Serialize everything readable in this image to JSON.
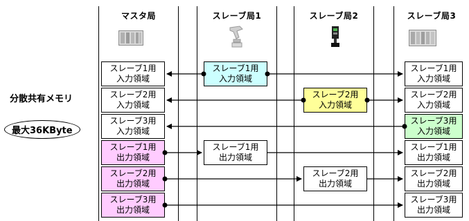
{
  "stations": [
    {
      "title": "マスタ局",
      "device": "plc-rack-icon"
    },
    {
      "title": "スレーブ局1",
      "device": "robot-arm-icon"
    },
    {
      "title": "スレーブ局2",
      "device": "sensor-device-icon"
    },
    {
      "title": "スレーブ局3",
      "device": "plc-rack-icon"
    }
  ],
  "labels": {
    "shared_memory": "分散共有メモリ",
    "max_size": "最大36KByte"
  },
  "master_areas": [
    {
      "line1": "スレーブ1用",
      "line2": "入力領域",
      "fill": "#ffffff"
    },
    {
      "line1": "スレーブ2用",
      "line2": "入力領域",
      "fill": "#ffffff"
    },
    {
      "line1": "スレーブ3用",
      "line2": "入力領域",
      "fill": "#ffffff"
    },
    {
      "line1": "スレーブ1用",
      "line2": "出力領域",
      "fill": "#ffccff"
    },
    {
      "line1": "スレーブ2用",
      "line2": "出力領域",
      "fill": "#ffccff"
    },
    {
      "line1": "スレーブ3用",
      "line2": "出力領域",
      "fill": "#ffccff"
    }
  ],
  "slave1_areas": [
    {
      "line1": "スレーブ1用",
      "line2": "入力領域",
      "fill": "#ccffff"
    },
    {
      "line1": "スレーブ1用",
      "line2": "出力領域",
      "fill": "#ffffff"
    }
  ],
  "slave2_areas": [
    {
      "line1": "スレーブ2用",
      "line2": "入力領域",
      "fill": "#ffff99"
    },
    {
      "line1": "スレーブ2用",
      "line2": "出力領域",
      "fill": "#ffffff"
    }
  ],
  "slave3_areas": [
    {
      "line1": "スレーブ1用",
      "line2": "入力領域",
      "fill": "#ffffff"
    },
    {
      "line1": "スレーブ2用",
      "line2": "入力領域",
      "fill": "#ffffff"
    },
    {
      "line1": "スレーブ3用",
      "line2": "入力領域",
      "fill": "#ccffcc"
    },
    {
      "line1": "スレーブ1用",
      "line2": "出力領域",
      "fill": "#ffffff"
    },
    {
      "line1": "スレーブ2用",
      "line2": "出力領域",
      "fill": "#ffffff"
    },
    {
      "line1": "スレーブ3用",
      "line2": "出力領域",
      "fill": "#ffffff"
    }
  ]
}
